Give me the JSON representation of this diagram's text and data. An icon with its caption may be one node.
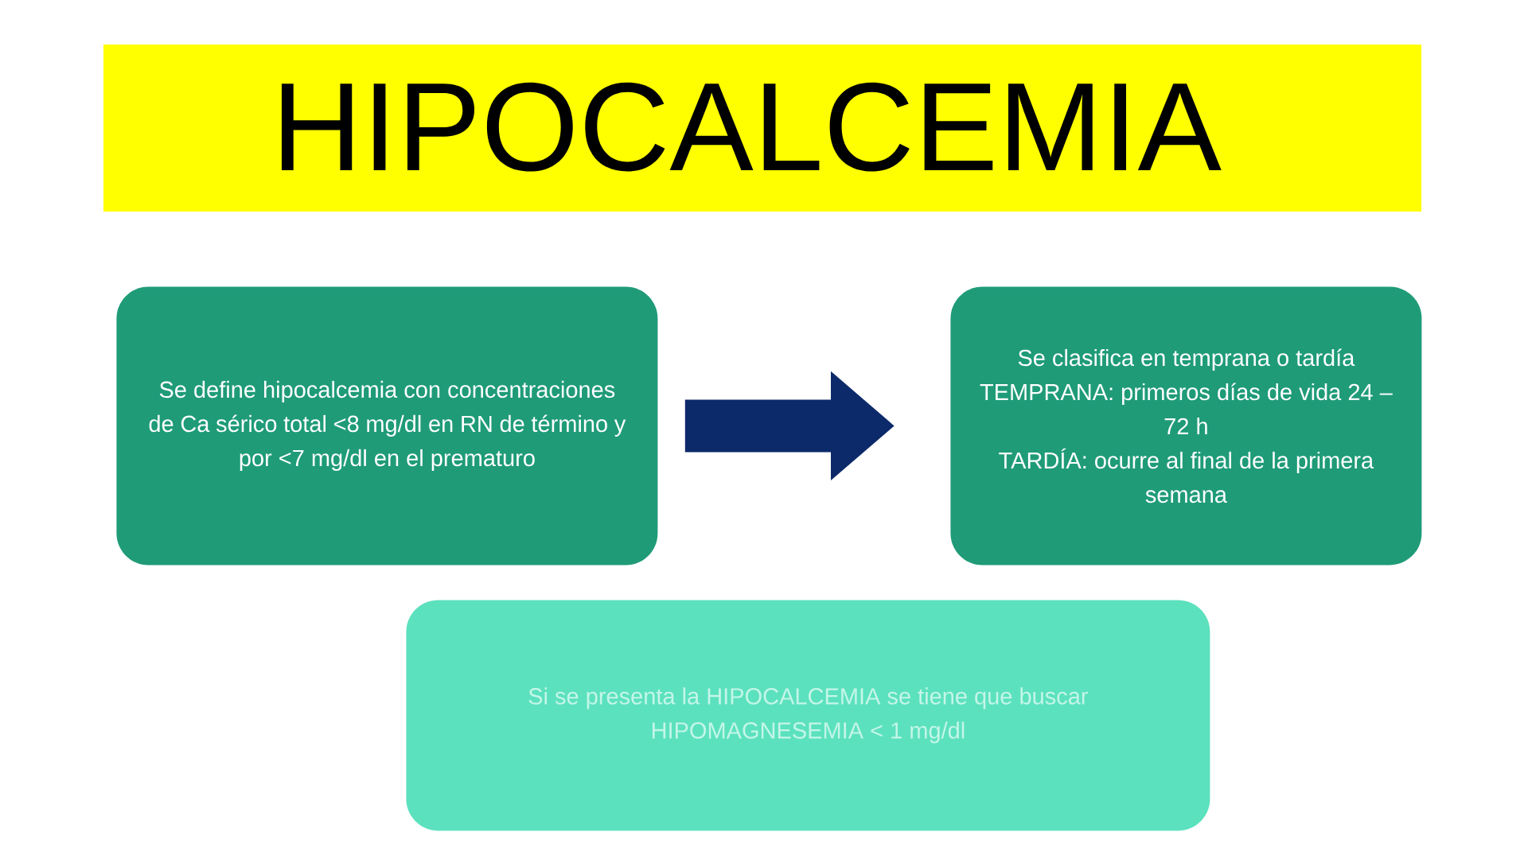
{
  "diagram": {
    "title": "HIPOCALCEMIA",
    "nodes": [
      {
        "text": [
          "Se define hipocalcemia con concentraciones de Ca sérico total <8 mg/dl en RN de término y por <7 mg/dl en el prematuro"
        ]
      },
      {
        "text": [
          "Se clasifica en temprana o tardía",
          "TEMPRANA: primeros días de vida 24 – 72 h",
          "TARDÍA: ocurre al final de la primera semana"
        ]
      },
      {
        "text": [
          "Si se presenta la HIPOCALCEMIA se tiene que buscar HIPOMAGNESEMIA < 1 mg/dl"
        ]
      }
    ],
    "edges": [
      {
        "from": 0,
        "to": 1,
        "arrow": "to"
      }
    ]
  }
}
